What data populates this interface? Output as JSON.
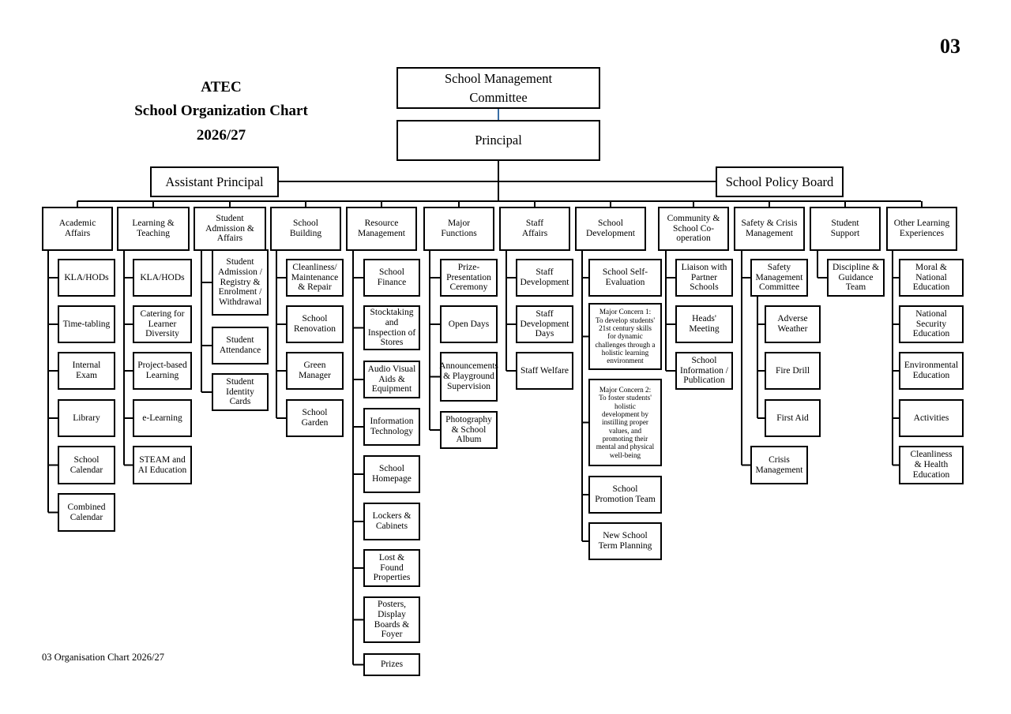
{
  "page_number": "03",
  "title_lines": [
    "ATEC",
    "School Organization Chart",
    "2026/27"
  ],
  "footer": "03 Organisation Chart 2026/27",
  "top": {
    "smc": "School Management\nCommittee",
    "principal": "Principal",
    "assistant_principal": "Assistant Principal",
    "policy_board": "School Policy Board"
  },
  "columns": [
    {
      "heading": "Academic\nAffairs",
      "items": [
        "KLA/HODs",
        "Time-tabling",
        "Internal\nExam",
        "Library",
        "School\nCalendar",
        "Combined\nCalendar"
      ]
    },
    {
      "heading": "Learning &\nTeaching",
      "items": [
        "KLA/HODs",
        "Catering for\nLearner\nDiversity",
        "Project-based\nLearning",
        "e-Learning",
        "STEAM and\nAI Education"
      ]
    },
    {
      "heading": "Student\nAdmission &\nAffairs",
      "items": [
        "Student\nAdmission /\nRegistry &\nEnrolment /\nWithdrawal",
        "Student\nAttendance",
        "Student\nIdentity Cards"
      ]
    },
    {
      "heading": "School\nBuilding",
      "items": [
        "Cleanliness/\nMaintenance\n& Repair",
        "School\nRenovation",
        "Green\nManager",
        "School\nGarden"
      ]
    },
    {
      "heading": "Resource\nManagement",
      "items": [
        "School\nFinance",
        "Stocktaking\nand\nInspection of\nStores",
        "Audio Visual\nAids &\nEquipment",
        "Information\nTechnology",
        "School\nHomepage",
        "Lockers &\nCabinets",
        "Lost & Found\nProperties",
        "Posters,\nDisplay\nBoards &\nFoyer",
        "Prizes"
      ]
    },
    {
      "heading": "Major\nFunctions",
      "items": [
        "Prize-\nPresentation\nCeremony",
        "Open Days",
        "Announcements\n& Playground\nSupervision",
        "Photography\n& School\nAlbum"
      ]
    },
    {
      "heading": "Staff\nAffairs",
      "items": [
        "Staff\nDevelopment",
        "Staff\nDevelopment\nDays",
        "Staff Welfare"
      ]
    },
    {
      "heading": "School\nDevelopment",
      "items": [
        "School Self-\nEvaluation",
        "Major Concern 1:\nTo develop students'\n21st century skills\nfor dynamic\nchallenges through a\nholistic learning\nenvironment",
        "Major Concern 2:\nTo foster students'\nholistic\ndevelopment by\ninstilling proper\nvalues, and\npromoting their\nmental and physical\nwell-being",
        "School\nPromotion Team",
        "New School\nTerm Planning"
      ]
    },
    {
      "heading": "Community &\nSchool Co-\noperation",
      "items": [
        "Liaison with\nPartner\nSchools",
        "Heads'\nMeeting",
        "School\nInformation /\nPublication"
      ]
    },
    {
      "heading": "Safety & Crisis\nManagement",
      "items": [
        "Safety\nManagement\nCommittee",
        "Adverse\nWeather",
        "Fire Drill",
        "First Aid",
        "Crisis\nManagement"
      ]
    },
    {
      "heading": "Student\nSupport",
      "items": [
        "Discipline &\nGuidance\nTeam"
      ]
    },
    {
      "heading": "Other Learning\nExperiences",
      "items": [
        "Moral &\nNational\nEducation",
        "National\nSecurity\nEducation",
        "Environmental\nEducation",
        "Activities",
        "Cleanliness\n& Health\nEducation"
      ]
    }
  ]
}
